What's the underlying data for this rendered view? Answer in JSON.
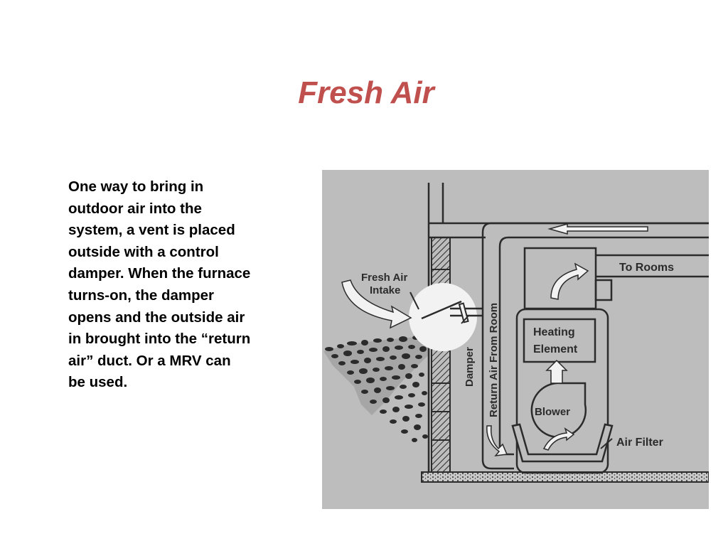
{
  "slide": {
    "title": "Fresh Air",
    "body": "One way to bring in\noutdoor air into the\nsystem, a vent is placed\noutside with a control\ndamper.  When the furnace\nturns-on, the damper\nopens and the outside air\nin brought into the “return\nair” duct.  Or a MRV can\nbe used."
  },
  "diagram": {
    "labels": {
      "fresh_air": "Fresh Air",
      "intake": "Intake",
      "damper": "Damper",
      "return_air": "Return Air From Room",
      "to_rooms": "To Rooms",
      "heating": "Heating",
      "element": "Element",
      "blower": "Blower",
      "air_filter": "Air Filter"
    },
    "colors": {
      "background": "#bdbdbd",
      "line": "#2b2b2b",
      "highlight": "#f2f2f2",
      "title": "#c0504d"
    }
  }
}
